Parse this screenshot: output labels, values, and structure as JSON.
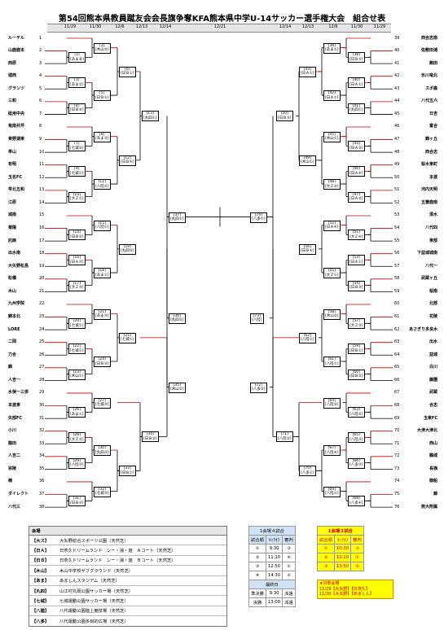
{
  "title": "第54回熊本県教員蹴友会会長旗争奪KFA熊本県中学U-14サッカー選手権大会　組合せ表",
  "dates": [
    "11/29",
    "11/30",
    "12/6",
    "12/13",
    "12/14",
    "12/21",
    "12/14",
    "12/13",
    "12/6",
    "11/30",
    "11/29"
  ],
  "left_teams": [
    {
      "seed": "1",
      "name": "ルーテル"
    },
    {
      "seed": "2",
      "name": "山鹿鹿本"
    },
    {
      "seed": "3",
      "name": "西原"
    },
    {
      "seed": "4",
      "name": "城西"
    },
    {
      "seed": "5",
      "name": "グランツ"
    },
    {
      "seed": "6",
      "name": "三和"
    },
    {
      "seed": "7",
      "name": "砥用中央"
    },
    {
      "seed": "8",
      "name": "竜南井芹"
    },
    {
      "seed": "9",
      "name": "東野湖東"
    },
    {
      "seed": "10",
      "name": "帯山"
    },
    {
      "seed": "11",
      "name": "有明"
    },
    {
      "seed": "12",
      "name": "玉名FC"
    },
    {
      "seed": "13",
      "name": "苓北五和"
    },
    {
      "seed": "14",
      "name": "江原"
    },
    {
      "seed": "15",
      "name": "城南"
    },
    {
      "seed": "16",
      "name": "菊陽"
    },
    {
      "seed": "17",
      "name": "託麻"
    },
    {
      "seed": "18",
      "name": "出水南"
    },
    {
      "seed": "19",
      "name": "大矢野松島"
    },
    {
      "seed": "20",
      "name": "松橋"
    },
    {
      "seed": "21",
      "name": "木山"
    },
    {
      "seed": "22",
      "name": "九州学院"
    },
    {
      "seed": "23",
      "name": "錦本北"
    },
    {
      "seed": "24",
      "name": "LORE"
    },
    {
      "seed": "25",
      "name": "二岡"
    },
    {
      "seed": "26",
      "name": "力合"
    },
    {
      "seed": "27",
      "name": "錦"
    },
    {
      "seed": "28",
      "name": "人吉一"
    },
    {
      "seed": "29",
      "name": "水俣一三併"
    },
    {
      "seed": "30",
      "name": "本渡東"
    },
    {
      "seed": "31",
      "name": "矢部FC"
    },
    {
      "seed": "32",
      "name": "小川"
    },
    {
      "seed": "33",
      "name": "龍田"
    },
    {
      "seed": "34",
      "name": "人吉二"
    },
    {
      "seed": "35",
      "name": "宗陵"
    },
    {
      "seed": "36",
      "name": "楠"
    },
    {
      "seed": "37",
      "name": "ダイレクト"
    },
    {
      "seed": "38",
      "name": "八代三"
    }
  ],
  "right_teams": [
    {
      "seed": "39",
      "name": "西合志南"
    },
    {
      "seed": "40",
      "name": "佐敷田浦"
    },
    {
      "seed": "41",
      "name": "飽田"
    },
    {
      "seed": "42",
      "name": "氷川竜北"
    },
    {
      "seed": "43",
      "name": "スポ森"
    },
    {
      "seed": "44",
      "name": "八代五六"
    },
    {
      "seed": "45",
      "name": "日吉"
    },
    {
      "seed": "46",
      "name": "富合"
    },
    {
      "seed": "47",
      "name": "錦ヶ丘"
    },
    {
      "seed": "48",
      "name": "西合志"
    },
    {
      "seed": "49",
      "name": "桜木東町"
    },
    {
      "seed": "50",
      "name": "本渡"
    },
    {
      "seed": "51",
      "name": "河内天明"
    },
    {
      "seed": "52",
      "name": "五霊鹿南"
    },
    {
      "seed": "53",
      "name": "清水"
    },
    {
      "seed": "54",
      "name": "八代四"
    },
    {
      "seed": "55",
      "name": "東部"
    },
    {
      "seed": "56",
      "name": "下益城城南"
    },
    {
      "seed": "57",
      "name": "八代一"
    },
    {
      "seed": "58",
      "name": "武蔵ヶ丘"
    },
    {
      "seed": "59",
      "name": "桜南"
    },
    {
      "seed": "60",
      "name": "北部"
    },
    {
      "seed": "61",
      "name": "花陵"
    },
    {
      "seed": "62",
      "name": "あさぎり多良木"
    },
    {
      "seed": "63",
      "name": "出水"
    },
    {
      "seed": "64",
      "name": "益城"
    },
    {
      "seed": "65",
      "name": "白川"
    },
    {
      "seed": "66",
      "name": "藤園"
    },
    {
      "seed": "67",
      "name": "武蔵"
    },
    {
      "seed": "68",
      "name": "合志"
    },
    {
      "seed": "69",
      "name": "玉東FC"
    },
    {
      "seed": "70",
      "name": "大津大津北"
    },
    {
      "seed": "71",
      "name": "西山"
    },
    {
      "seed": "72",
      "name": "鶴城"
    },
    {
      "seed": "73",
      "name": "長嶺"
    },
    {
      "seed": "74",
      "name": "御船"
    },
    {
      "seed": "75",
      "name": "錦"
    },
    {
      "seed": "76",
      "name": "熊大附属"
    }
  ],
  "matches": [
    {
      "no": "1",
      "venue": "あまＢ"
    },
    {
      "no": "2",
      "venue": "木山②"
    },
    {
      "no": "3",
      "venue": "あま②"
    },
    {
      "no": "4",
      "venue": "日Ｂ④"
    },
    {
      "no": "5",
      "venue": "日Ｂ①"
    },
    {
      "no": "6",
      "venue": "日Ｂ①"
    },
    {
      "no": "7",
      "venue": "七城②"
    },
    {
      "no": "8",
      "venue": "あま③"
    },
    {
      "no": "9",
      "venue": "七城①"
    },
    {
      "no": "10",
      "venue": "大Ｚ①"
    },
    {
      "no": "11",
      "venue": "八陸②"
    },
    {
      "no": "12",
      "venue": "日Ｂ④"
    },
    {
      "no": "13",
      "venue": "丸四①"
    },
    {
      "no": "14",
      "venue": "日Ｂ②"
    },
    {
      "no": "15",
      "venue": "八陸①"
    },
    {
      "no": "16",
      "venue": "日Ａ③"
    },
    {
      "no": "17",
      "venue": "大Ｚ③"
    },
    {
      "no": "18",
      "venue": "あま①"
    },
    {
      "no": "19",
      "venue": "丸四②"
    },
    {
      "no": "20",
      "venue": "七城①"
    },
    {
      "no": "21",
      "venue": "あま③"
    },
    {
      "no": "22",
      "venue": "七城①"
    },
    {
      "no": "23",
      "venue": "木山①"
    },
    {
      "no": "24",
      "venue": "日Ｂ③"
    },
    {
      "no": "25",
      "venue": "七城①"
    },
    {
      "no": "26",
      "venue": "あま①"
    },
    {
      "no": "27",
      "venue": "七城③"
    },
    {
      "no": "28",
      "venue": "大Ｚ②"
    },
    {
      "no": "29",
      "venue": "八陸③"
    },
    {
      "no": "30",
      "venue": "丸四③"
    },
    {
      "no": "31",
      "venue": "日Ｂ②"
    },
    {
      "no": "32",
      "venue": "七城③"
    },
    {
      "no": "33",
      "venue": "日Ｂ①"
    },
    {
      "no": "34",
      "venue": "日Ｂ②"
    },
    {
      "no": "35",
      "venue": "木山②"
    },
    {
      "no": "36",
      "venue": "丸四②"
    },
    {
      "no": "37",
      "venue": "丸四①"
    },
    {
      "no": "38",
      "venue": "日Ｂ②"
    },
    {
      "no": "39",
      "venue": "あま①"
    },
    {
      "no": "40",
      "venue": "日Ａ①"
    },
    {
      "no": "41",
      "venue": "丸四①"
    },
    {
      "no": "42",
      "venue": "日Ａ①"
    },
    {
      "no": "43",
      "venue": "日Ａ①"
    },
    {
      "no": "44",
      "venue": "日Ａ②"
    },
    {
      "no": "45",
      "venue": "木山①"
    },
    {
      "no": "46",
      "venue": "日Ａ④"
    },
    {
      "no": "47",
      "venue": "日Ａ②"
    },
    {
      "no": "48",
      "venue": "大Ｚ②"
    },
    {
      "no": "49",
      "venue": "木山①"
    },
    {
      "no": "50",
      "venue": "日Ｂ③"
    },
    {
      "no": "51",
      "venue": "大Ｚ④"
    },
    {
      "no": "52",
      "venue": "日Ａ④"
    },
    {
      "no": "53",
      "venue": "日Ａ①"
    },
    {
      "no": "54",
      "venue": "日Ｂ③"
    },
    {
      "no": "55",
      "venue": "大Ｚ①"
    },
    {
      "no": "56",
      "venue": "日Ｂ④"
    },
    {
      "no": "57",
      "venue": "大Ｚ③"
    },
    {
      "no": "58",
      "venue": "木山②"
    },
    {
      "no": "59",
      "venue": "日Ｂ①"
    },
    {
      "no": "60",
      "venue": "日Ｂ②"
    },
    {
      "no": "61",
      "venue": "八陸①"
    },
    {
      "no": "62",
      "venue": "八陸①"
    },
    {
      "no": "63",
      "venue": "八陸②"
    },
    {
      "no": "64",
      "venue": "八陸②"
    },
    {
      "no": "65",
      "venue": "八陸③"
    },
    {
      "no": "66",
      "venue": "八多③"
    },
    {
      "no": "67",
      "venue": "八陸④"
    },
    {
      "no": "68",
      "venue": "八多④"
    },
    {
      "no": "69",
      "venue": "八陸①"
    },
    {
      "no": "70",
      "venue": "八多①"
    },
    {
      "no": "71",
      "venue": "八陸②"
    },
    {
      "no": "72",
      "venue": "八多②"
    },
    {
      "no": "73",
      "venue": "八陸"
    },
    {
      "no": "74",
      "venue": "八多①"
    },
    {
      "no": "75",
      "venue": "八陸"
    }
  ],
  "venues_header": "会場",
  "venues": [
    {
      "code": "【大ス】",
      "name": "大矢野総合スポーツ公園（天然芝）"
    },
    {
      "code": "【日Ａ】",
      "name": "日奈久ドリームランド　シー・湯・遊　Ａコート（天然芝）"
    },
    {
      "code": "【日Ｂ】",
      "name": "日奈久ドリームランド　シー・湯・遊　Ｂコート（天然芝）"
    },
    {
      "code": "【木山】",
      "name": "木山中学校サブグラウンド（天然芝）"
    },
    {
      "code": "【あま】",
      "name": "あましんスタジアム（天然芝）"
    },
    {
      "code": "【丸四】",
      "name": "山江村丸岡公園サッカー場（天然芝）"
    },
    {
      "code": "【七城】",
      "name": "七城運動公園サッカー場（天然芝）"
    },
    {
      "code": "【八陸】",
      "name": "八代運動公園陸上競技場（天然芝）"
    },
    {
      "code": "【八多】",
      "name": "八代運動公園多目的広場（天然芝）"
    }
  ],
  "schedule4": {
    "caption": "1会場４試合",
    "headers": [
      "試合順",
      "ｷｯｸｵﾌ",
      "審判"
    ],
    "rows": [
      [
        "①",
        "9:30",
        "③"
      ],
      [
        "②",
        "11:10",
        "④"
      ],
      [
        "③",
        "12:50",
        "①"
      ],
      [
        "④",
        "14:30",
        "②"
      ]
    ],
    "final_caption": "最終日",
    "final_rows": [
      [
        "準決勝",
        "9:30",
        "派遣"
      ],
      [
        "決勝",
        "13:00",
        "派遣"
      ]
    ]
  },
  "schedule3": {
    "caption": "1会場３試合",
    "headers": [
      "試合順",
      "ｷｯｸｵﾌ",
      "審判"
    ],
    "rows": [
      [
        "①",
        "10:30",
        "③"
      ],
      [
        "②",
        "12:10",
        "①"
      ],
      [
        "③",
        "13:50",
        "②"
      ]
    ]
  },
  "note": [
    "★対象会場",
    "11/29【大矢野】【日奈久】",
    "11/30【大矢野】【あましん】"
  ]
}
